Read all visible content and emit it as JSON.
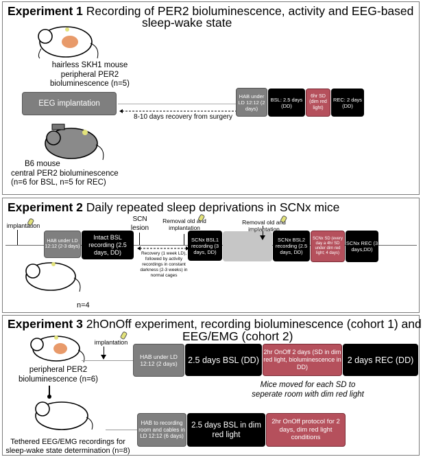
{
  "exp1": {
    "title_bold": "Experiment 1",
    "title_rest": " Recording of PER2 bioluminescence, activity and EEG-based",
    "title_line2": "sleep-wake state",
    "mouse1_label": [
      "hairless SKH1 mouse",
      "peripheral PER2",
      "bioluminescence (n=5)"
    ],
    "mouse2_label": [
      "B6 mouse",
      "central PER2 bioluminescence",
      "(n=6 for BSL, n=5 for REC)"
    ],
    "eeg_box": "EEG implantation",
    "recovery": "8-10 days recovery from surgery",
    "hab": "HAB under LD 12:12 (2 days)",
    "bsl": "BSL: 2.5 days (DD)",
    "sd": "6hr SD (dim red light)",
    "rec": "REC: 2 days (DD)"
  },
  "exp2": {
    "title_bold": "Experiment 2",
    "title_rest": " Daily repeated sleep deprivations in SCNx mice",
    "implantation": "implantation",
    "scn_lesion": [
      "SCN",
      "lesion"
    ],
    "removal1": [
      "Removal old and",
      "implantation"
    ],
    "removal2": [
      "Removal old and",
      "implantation"
    ],
    "hab": "HAB under LD 12:12 (2-3 days)",
    "intact_bsl": "Intact BSL recording (2.5 days, DD)",
    "recovery": "Recovery (1 week LD), followed by activity recordings in constant darkness (2-3 weeks) in normal cages",
    "scnx_bsl1": "SCNx BSL1 recording (3 days, DD)",
    "scnx_bsl2": "SCNx BSL2 recording (2.5 days, DD)",
    "scnx_sd": "SCNx SD (every day a 4hr SD under dim red light; 4 days)",
    "scnx_rec": "SCNx REC (3 days,DD)",
    "n": "n=4"
  },
  "exp3": {
    "title_bold": "Experiment 3",
    "title_rest": " 2hOnOff experiment, recording bioluminescence (cohort 1) and",
    "title_line2": "EEG/EMG (cohort 2)",
    "implantation": "implantation",
    "mouse1_label": [
      "peripheral PER2",
      "bioluminescence (n=6)"
    ],
    "mouse2_label": [
      "Tethered EEG/EMG recordings for",
      "sleep-wake state determination (n=8)"
    ],
    "hab1": "HAB under LD 12:12 (2 days)",
    "bsl1": "2.5 days BSL (DD)",
    "onoff1": "2hr OnOff  2 days (SD in dim red light, bioluminescence in DD)",
    "rec1": "2 days REC (DD)",
    "note": [
      "Mice moved for each SD to",
      "seperate room with dim red light"
    ],
    "hab2": "HAB to recording room and cables in LD 12:12 (6 days)",
    "bsl2": "2.5 days BSL in dim red light",
    "onoff2": "2hr OnOff protocol for 2 days, dim red light conditions"
  }
}
